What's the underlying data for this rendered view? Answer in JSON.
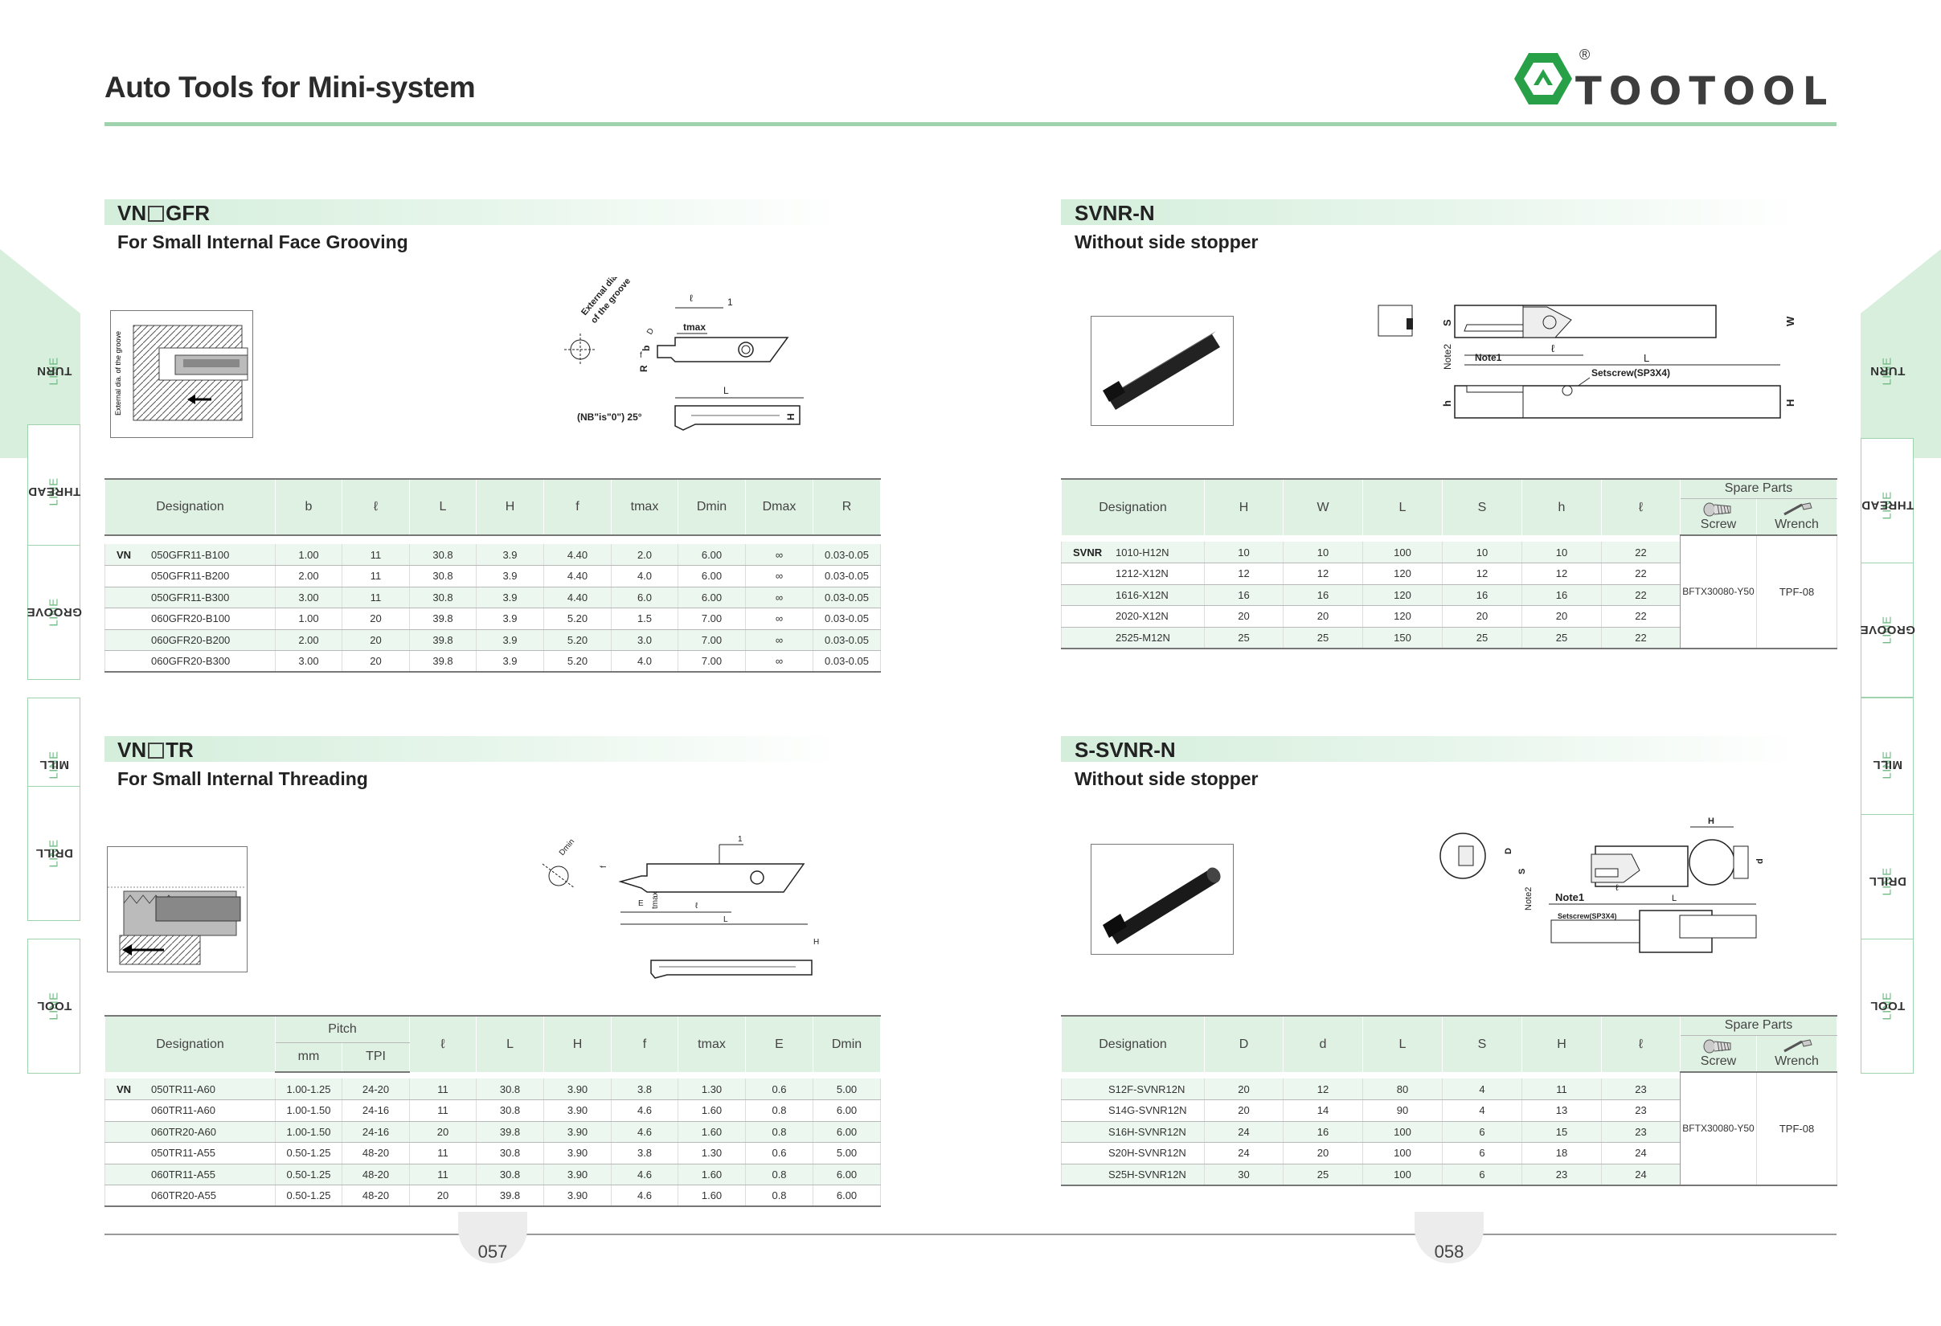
{
  "header": {
    "title": "Auto Tools for Mini-system",
    "brand": "TOOTOOL",
    "registered": "®"
  },
  "colors": {
    "accent": "#9ed3ad",
    "header_fill": "#dff1e3",
    "row_alt": "#ecf7ef",
    "logo_green": "#27a047"
  },
  "side_tabs": [
    {
      "main": "TURN",
      "suffix": "LINE"
    },
    {
      "main": "THREAD",
      "suffix": "LINE"
    },
    {
      "main": "GROOVE",
      "suffix": "LINE"
    },
    {
      "main": "MILL",
      "suffix": "LINE"
    },
    {
      "main": "DRILL",
      "suffix": "LINE"
    },
    {
      "main": "TOOL",
      "suffix": "LINE"
    }
  ],
  "sections": {
    "gfr": {
      "title_pre": "VN",
      "title_post": "GFR",
      "subtitle": "For Small Internal Face Grooving",
      "diagram_labels": {
        "ext_dia": "External dia. of the groove",
        "ext_dia_a": "External dia.",
        "ext_dia_b": "of the groove",
        "nb": "(NB\"is\"0\") 25°",
        "tmax": "tmax",
        "l": "ℓ",
        "one": "1",
        "b": "b",
        "f": "f",
        "r": "R",
        "d": "D",
        "L": "L",
        "H": "H"
      },
      "headers": [
        "Designation",
        "b",
        "ℓ",
        "L",
        "H",
        "f",
        "tmax",
        "Dmin",
        "Dmax",
        "R"
      ],
      "prefix": "VN",
      "rows": [
        [
          "050GFR11-B100",
          "1.00",
          "11",
          "30.8",
          "3.9",
          "4.40",
          "2.0",
          "6.00",
          "∞",
          "0.03-0.05"
        ],
        [
          "050GFR11-B200",
          "2.00",
          "11",
          "30.8",
          "3.9",
          "4.40",
          "4.0",
          "6.00",
          "∞",
          "0.03-0.05"
        ],
        [
          "050GFR11-B300",
          "3.00",
          "11",
          "30.8",
          "3.9",
          "4.40",
          "6.0",
          "6.00",
          "∞",
          "0.03-0.05"
        ],
        [
          "060GFR20-B100",
          "1.00",
          "20",
          "39.8",
          "3.9",
          "5.20",
          "1.5",
          "7.00",
          "∞",
          "0.03-0.05"
        ],
        [
          "060GFR20-B200",
          "2.00",
          "20",
          "39.8",
          "3.9",
          "5.20",
          "3.0",
          "7.00",
          "∞",
          "0.03-0.05"
        ],
        [
          "060GFR20-B300",
          "3.00",
          "20",
          "39.8",
          "3.9",
          "5.20",
          "4.0",
          "7.00",
          "∞",
          "0.03-0.05"
        ]
      ]
    },
    "tr": {
      "title_pre": "VN",
      "title_post": "TR",
      "subtitle": "For Small Internal Threading",
      "diagram_labels": {
        "dmin": "Dmin",
        "one": "1",
        "tmax": "tmax",
        "f": "f",
        "e": "E",
        "l": "ℓ",
        "L": "L",
        "H": "H"
      },
      "headers": [
        "Designation",
        "Pitch",
        "mm",
        "TPI",
        "ℓ",
        "L",
        "H",
        "f",
        "tmax",
        "E",
        "Dmin"
      ],
      "prefix": "VN",
      "rows": [
        [
          "050TR11-A60",
          "1.00-1.25",
          "24-20",
          "11",
          "30.8",
          "3.90",
          "3.8",
          "1.30",
          "0.6",
          "5.00"
        ],
        [
          "060TR11-A60",
          "1.00-1.50",
          "24-16",
          "11",
          "30.8",
          "3.90",
          "4.6",
          "1.60",
          "0.8",
          "6.00"
        ],
        [
          "060TR20-A60",
          "1.00-1.50",
          "24-16",
          "20",
          "39.8",
          "3.90",
          "4.6",
          "1.60",
          "0.8",
          "6.00"
        ],
        [
          "050TR11-A55",
          "0.50-1.25",
          "48-20",
          "11",
          "30.8",
          "3.90",
          "3.8",
          "1.30",
          "0.6",
          "5.00"
        ],
        [
          "060TR11-A55",
          "0.50-1.25",
          "48-20",
          "11",
          "30.8",
          "3.90",
          "4.6",
          "1.60",
          "0.8",
          "6.00"
        ],
        [
          "060TR20-A55",
          "0.50-1.25",
          "48-20",
          "20",
          "39.8",
          "3.90",
          "4.6",
          "1.60",
          "0.8",
          "6.00"
        ]
      ]
    },
    "svnr": {
      "title": "SVNR-N",
      "subtitle": "Without side stopper",
      "diagram_labels": {
        "note1": "Note1",
        "note2": "Note2",
        "setscrew": "Setscrew(SP3X4)",
        "s": "S",
        "w": "W",
        "l": "ℓ",
        "L": "L",
        "h": "h",
        "H": "H"
      },
      "headers": [
        "Designation",
        "H",
        "W",
        "L",
        "S",
        "h",
        "ℓ",
        "Spare Parts",
        "Screw",
        "Wrench"
      ],
      "prefix": "SVNR",
      "rows": [
        [
          "1010-H12N",
          "10",
          "10",
          "100",
          "10",
          "10",
          "22"
        ],
        [
          "1212-X12N",
          "12",
          "12",
          "120",
          "12",
          "12",
          "22"
        ],
        [
          "1616-X12N",
          "16",
          "16",
          "120",
          "16",
          "16",
          "22"
        ],
        [
          "2020-X12N",
          "20",
          "20",
          "120",
          "20",
          "20",
          "22"
        ],
        [
          "2525-M12N",
          "25",
          "25",
          "150",
          "25",
          "25",
          "22"
        ]
      ],
      "screw": "BFTX30080-Y50",
      "wrench": "TPF-08"
    },
    "ssvnr": {
      "title": "S-SVNR-N",
      "subtitle": "Without side stopper",
      "diagram_labels": {
        "note1": "Note1",
        "note2": "Note2",
        "setscrew": "Setscrew(SP3X4)",
        "h": "H",
        "d": "d",
        "D": "D",
        "s": "S",
        "l": "ℓ",
        "L": "L"
      },
      "headers": [
        "Designation",
        "D",
        "d",
        "L",
        "S",
        "H",
        "ℓ",
        "Spare Parts",
        "Screw",
        "Wrench"
      ],
      "rows": [
        [
          "S12F-SVNR12N",
          "20",
          "12",
          "80",
          "4",
          "11",
          "23"
        ],
        [
          "S14G-SVNR12N",
          "20",
          "14",
          "90",
          "4",
          "13",
          "23"
        ],
        [
          "S16H-SVNR12N",
          "24",
          "16",
          "100",
          "6",
          "15",
          "23"
        ],
        [
          "S20H-SVNR12N",
          "24",
          "20",
          "100",
          "6",
          "18",
          "24"
        ],
        [
          "S25H-SVNR12N",
          "30",
          "25",
          "100",
          "6",
          "23",
          "24"
        ]
      ],
      "screw": "BFTX30080-Y50",
      "wrench": "TPF-08"
    }
  },
  "footer": {
    "left_page": "057",
    "right_page": "058"
  }
}
